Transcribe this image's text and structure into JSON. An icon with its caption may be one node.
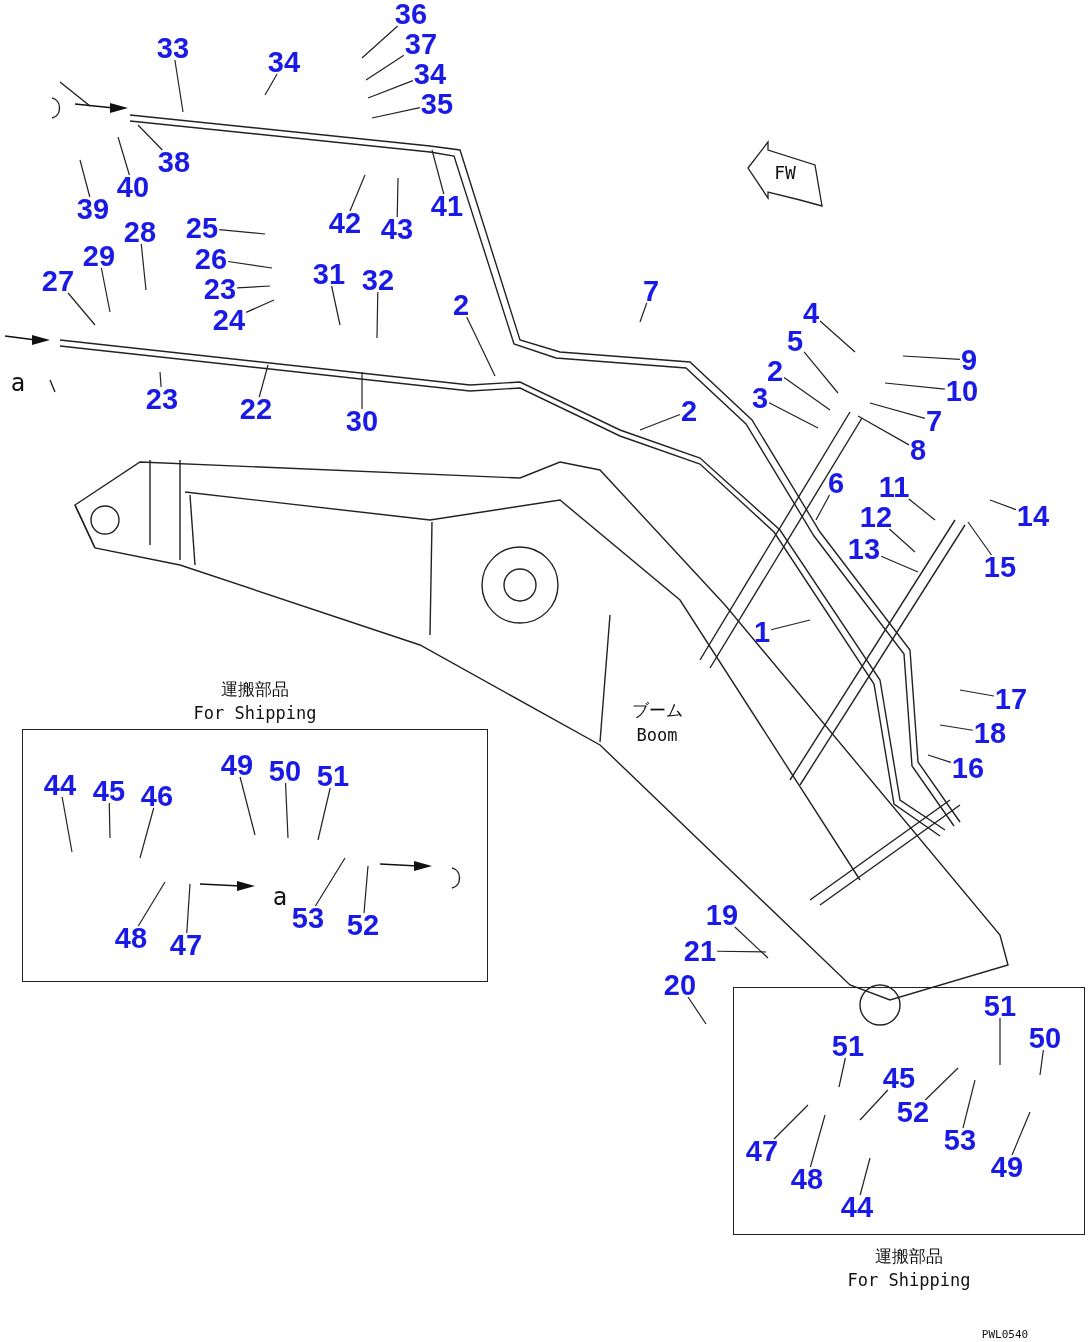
{
  "diagram": {
    "nodes": [
      {
        "text": [
          "33"
        ]
      },
      {
        "text": [
          "34"
        ]
      },
      {
        "text": [
          "36"
        ]
      },
      {
        "text": [
          "37"
        ]
      },
      {
        "text": [
          "34"
        ]
      },
      {
        "text": [
          "35"
        ]
      },
      {
        "text": [
          "38"
        ]
      },
      {
        "text": [
          "39"
        ]
      },
      {
        "text": [
          "40"
        ]
      },
      {
        "text": [
          "41"
        ]
      },
      {
        "text": [
          "42"
        ]
      },
      {
        "text": [
          "43"
        ]
      },
      {
        "text": [
          "25"
        ]
      },
      {
        "text": [
          "26"
        ]
      },
      {
        "text": [
          "23"
        ]
      },
      {
        "text": [
          "24"
        ]
      },
      {
        "text": [
          "28"
        ]
      },
      {
        "text": [
          "29"
        ]
      },
      {
        "text": [
          "27"
        ]
      },
      {
        "text": [
          "31"
        ]
      },
      {
        "text": [
          "32"
        ]
      },
      {
        "text": [
          "23"
        ]
      },
      {
        "text": [
          "22"
        ]
      },
      {
        "text": [
          "30"
        ]
      },
      {
        "text": [
          "2"
        ]
      },
      {
        "text": [
          "7"
        ]
      },
      {
        "text": [
          "2"
        ]
      },
      {
        "text": [
          "4"
        ]
      },
      {
        "text": [
          "5"
        ]
      },
      {
        "text": [
          "2"
        ]
      },
      {
        "text": [
          "3"
        ]
      },
      {
        "text": [
          "9"
        ]
      },
      {
        "text": [
          "10"
        ]
      },
      {
        "text": [
          "7"
        ]
      },
      {
        "text": [
          "8"
        ]
      },
      {
        "text": [
          "6"
        ]
      },
      {
        "text": [
          "11"
        ]
      },
      {
        "text": [
          "12"
        ]
      },
      {
        "text": [
          "13"
        ]
      },
      {
        "text": [
          "14"
        ]
      },
      {
        "text": [
          "15"
        ]
      },
      {
        "text": [
          "1"
        ]
      },
      {
        "text": [
          "17"
        ]
      },
      {
        "text": [
          "18"
        ]
      },
      {
        "text": [
          "16"
        ]
      },
      {
        "text": [
          "19"
        ]
      },
      {
        "text": [
          "21"
        ]
      },
      {
        "text": [
          "20"
        ]
      },
      {
        "text": [
          "運搬部品",
          "For Shipping"
        ]
      },
      {
        "text": [
          "44"
        ],
        "in": 48
      },
      {
        "text": [
          "45"
        ],
        "in": 48
      },
      {
        "text": [
          "46"
        ],
        "in": 48
      },
      {
        "text": [
          "49"
        ],
        "in": 48
      },
      {
        "text": [
          "50"
        ],
        "in": 48
      },
      {
        "text": [
          "51"
        ],
        "in": 48
      },
      {
        "text": [
          "48"
        ],
        "in": 48
      },
      {
        "text": [
          "47"
        ],
        "in": 48
      },
      {
        "text": [
          "53"
        ],
        "in": 48
      },
      {
        "text": [
          "52"
        ],
        "in": 48
      },
      {
        "text": [
          "運搬部品",
          "For Shipping"
        ]
      },
      {
        "text": [
          "51"
        ],
        "in": 59
      },
      {
        "text": [
          "50"
        ],
        "in": 59
      },
      {
        "text": [
          "51"
        ],
        "in": 59
      },
      {
        "text": [
          "45"
        ],
        "in": 59
      },
      {
        "text": [
          "52"
        ],
        "in": 59
      },
      {
        "text": [
          "53"
        ],
        "in": 59
      },
      {
        "text": [
          "49"
        ],
        "in": 59
      },
      {
        "text": [
          "47"
        ],
        "in": 59
      },
      {
        "text": [
          "48"
        ],
        "in": 59
      },
      {
        "text": [
          "44"
        ],
        "in": 59
      }
    ],
    "edges": [
      {
        "from": 0,
        "to": null,
        "arrow": "none"
      },
      {
        "from": 1,
        "to": null,
        "arrow": "none"
      },
      {
        "from": 2,
        "to": null,
        "arrow": "none"
      },
      {
        "from": 3,
        "to": null,
        "arrow": "none"
      },
      {
        "from": 4,
        "to": null,
        "arrow": "none"
      },
      {
        "from": 5,
        "to": null,
        "arrow": "none"
      },
      {
        "from": 6,
        "to": null,
        "arrow": "none"
      },
      {
        "from": 7,
        "to": null,
        "arrow": "none"
      },
      {
        "from": 8,
        "to": null,
        "arrow": "none"
      },
      {
        "from": 9,
        "to": null,
        "arrow": "none"
      },
      {
        "from": 10,
        "to": null,
        "arrow": "none"
      },
      {
        "from": 11,
        "to": null,
        "arrow": "none"
      },
      {
        "from": 12,
        "to": null,
        "arrow": "none"
      },
      {
        "from": 13,
        "to": null,
        "arrow": "none"
      },
      {
        "from": 14,
        "to": null,
        "arrow": "none"
      },
      {
        "from": 15,
        "to": null,
        "arrow": "none"
      },
      {
        "from": 16,
        "to": null,
        "arrow": "none"
      },
      {
        "from": 17,
        "to": null,
        "arrow": "none"
      },
      {
        "from": 18,
        "to": null,
        "arrow": "none"
      },
      {
        "from": 19,
        "to": null,
        "arrow": "none"
      },
      {
        "from": 20,
        "to": null,
        "arrow": "none"
      },
      {
        "from": 21,
        "to": null,
        "arrow": "none"
      },
      {
        "from": 22,
        "to": null,
        "arrow": "none"
      },
      {
        "from": 23,
        "to": null,
        "arrow": "none"
      },
      {
        "from": 24,
        "to": null,
        "arrow": "none"
      },
      {
        "from": 25,
        "to": null,
        "arrow": "none"
      },
      {
        "from": 26,
        "to": null,
        "arrow": "none"
      },
      {
        "from": 27,
        "to": null,
        "arrow": "none"
      },
      {
        "from": 28,
        "to": null,
        "arrow": "none"
      },
      {
        "from": 29,
        "to": null,
        "arrow": "none"
      },
      {
        "from": 30,
        "to": null,
        "arrow": "none"
      },
      {
        "from": 31,
        "to": null,
        "arrow": "none"
      },
      {
        "from": 32,
        "to": null,
        "arrow": "none"
      },
      {
        "from": 33,
        "to": null,
        "arrow": "none"
      },
      {
        "from": 34,
        "to": null,
        "arrow": "none"
      },
      {
        "from": 35,
        "to": null,
        "arrow": "none"
      },
      {
        "from": 36,
        "to": null,
        "arrow": "none"
      },
      {
        "from": 37,
        "to": null,
        "arrow": "none"
      },
      {
        "from": 38,
        "to": null,
        "arrow": "none"
      },
      {
        "from": 39,
        "to": null,
        "arrow": "none"
      },
      {
        "from": 40,
        "to": null,
        "arrow": "none"
      },
      {
        "from": 41,
        "to": null,
        "arrow": "none"
      },
      {
        "from": 42,
        "to": null,
        "arrow": "none"
      },
      {
        "from": 43,
        "to": null,
        "arrow": "none"
      },
      {
        "from": 44,
        "to": null,
        "arrow": "none"
      },
      {
        "from": 45,
        "to": null,
        "arrow": "none"
      },
      {
        "from": 46,
        "to": null,
        "arrow": "none"
      },
      {
        "from": 47,
        "to": null,
        "arrow": "none"
      },
      {
        "from": 49,
        "to": null,
        "arrow": "none"
      },
      {
        "from": 50,
        "to": null,
        "arrow": "none"
      },
      {
        "from": 51,
        "to": null,
        "arrow": "none"
      },
      {
        "from": 52,
        "to": null,
        "arrow": "none"
      },
      {
        "from": 53,
        "to": null,
        "arrow": "none"
      },
      {
        "from": 54,
        "to": null,
        "arrow": "none"
      },
      {
        "from": 55,
        "to": null,
        "arrow": "none"
      },
      {
        "from": 56,
        "to": null,
        "arrow": "none"
      },
      {
        "from": 57,
        "to": null,
        "arrow": "none"
      },
      {
        "from": 58,
        "to": null,
        "arrow": "none"
      },
      {
        "from": 60,
        "to": null,
        "arrow": "none"
      },
      {
        "from": 61,
        "to": null,
        "arrow": "none"
      },
      {
        "from": 62,
        "to": null,
        "arrow": "none"
      },
      {
        "from": 63,
        "to": null,
        "arrow": "none"
      },
      {
        "from": 64,
        "to": null,
        "arrow": "none"
      },
      {
        "from": 65,
        "to": null,
        "arrow": "none"
      },
      {
        "from": 66,
        "to": null,
        "arrow": "none"
      },
      {
        "from": 67,
        "to": null,
        "arrow": "none"
      },
      {
        "from": 68,
        "to": null,
        "arrow": "none"
      },
      {
        "from": 69,
        "to": null,
        "arrow": "none"
      }
    ],
    "labels": [
      "FW",
      "a",
      "ブーム",
      "Boom",
      "a",
      "PWL0540"
    ]
  }
}
